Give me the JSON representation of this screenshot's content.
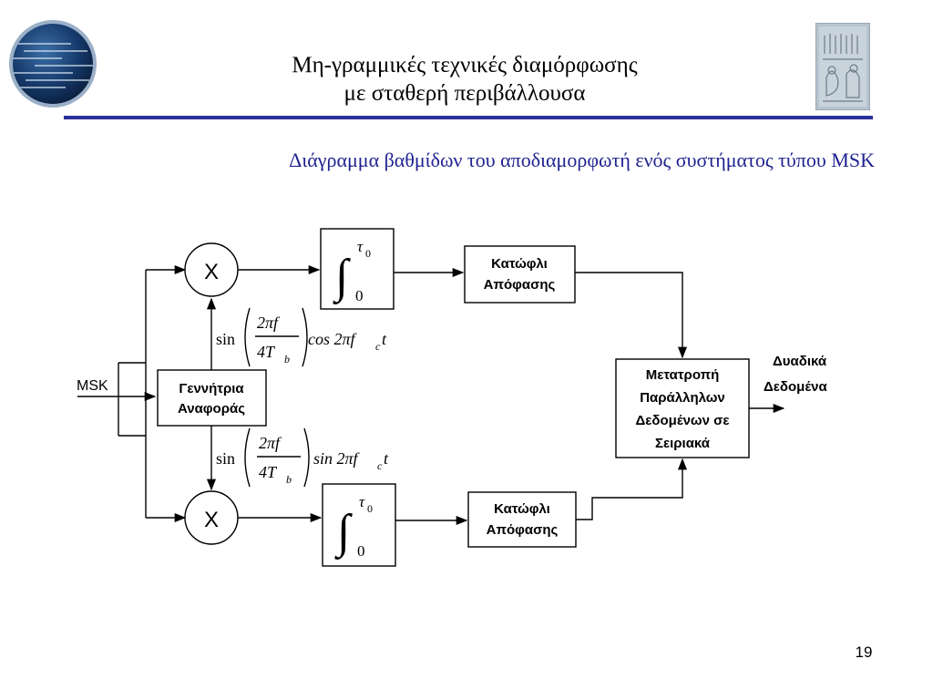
{
  "slide": {
    "title_line1": "Μη-γραμμικές τεχνικές διαμόρφωσης",
    "title_line2": "με σταθερή περιβάλλουσα",
    "subtitle": "Διάγραμμα βαθμίδων του αποδιαμορφωτή ενός συστήματος τύπου MSK",
    "page_number": "19",
    "accent_color": "#2b2f9a",
    "subtitle_color": "#1f2390"
  },
  "diagram": {
    "input_label": "MSK",
    "generator": {
      "line1": "Γεννήτρια",
      "line2": "Αναφοράς"
    },
    "multiplier_symbol": "X",
    "integrator": {
      "upper_limit": "τ",
      "upper_limit_subscript": "0",
      "lower_limit": "0"
    },
    "threshold_top": {
      "line1": "Κατώφλι",
      "line2": "Απόφασης"
    },
    "threshold_bottom": {
      "line1": "Κατώφλι",
      "line2": "Απόφασης"
    },
    "converter": {
      "line1": "Μετατροπή",
      "line2": "Παράλληλων",
      "line3": "Δεδομένων σε",
      "line4": "Σειριακά"
    },
    "output": {
      "line1": "Δυαδικά",
      "line2": "Δεδομένα"
    },
    "ref_top": {
      "func": "sin",
      "numer": "2πf",
      "denom_coef": "4T",
      "denom_sub": "b",
      "trail": "cos 2πf",
      "trail_sub": "c",
      "trail_end": "t"
    },
    "ref_bottom": {
      "func": "sin",
      "numer": "2πf",
      "denom_coef": "4T",
      "denom_sub": "b",
      "trail": "sin 2πf",
      "trail_sub": "c",
      "trail_end": "t"
    }
  },
  "icons": {
    "logo": "striped-globe-logo",
    "relief": "stone-relief-image"
  }
}
